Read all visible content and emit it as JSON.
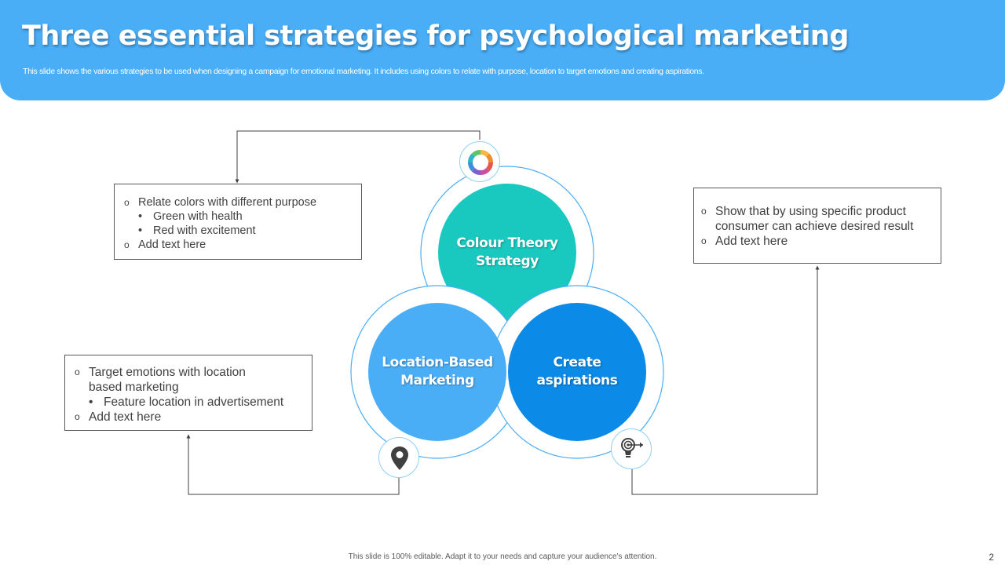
{
  "header": {
    "title": "Three essential strategies for psychological marketing",
    "subtitle": "This slide shows the various strategies to be used when designing a campaign for emotional marketing. It includes using colors to relate with purpose, location to target emotions and creating aspirations."
  },
  "circles": {
    "colour_theory": {
      "line1": "Colour Theory",
      "line2": "Strategy"
    },
    "location": {
      "line1": "Location-Based",
      "line2": "Marketing"
    },
    "aspirations": {
      "line1": "Create",
      "line2": "aspirations"
    }
  },
  "boxes": {
    "colour": {
      "items": [
        "Relate colors with different purpose",
        "Green with health",
        "Red with excitement",
        "Add text here"
      ]
    },
    "location": {
      "items": [
        "Target emotions with location",
        "based marketing",
        "Feature location in advertisement",
        "Add text here"
      ]
    },
    "aspiration": {
      "items": [
        "Show that by using specific product",
        "consumer can achieve desired result",
        "Add text here"
      ]
    }
  },
  "icons": {
    "colour": "color-wheel-icon",
    "location": "map-pin-icon",
    "aspiration": "bulb-target-icon"
  },
  "colors": {
    "header": "#4aaef7",
    "teal": "#19c9bf",
    "light_blue": "#4aaef7",
    "dark_blue": "#0b8ae8"
  },
  "footer": {
    "note": "This slide is 100% editable. Adapt it to your needs and capture your audience's attention.",
    "page_number": "2"
  }
}
